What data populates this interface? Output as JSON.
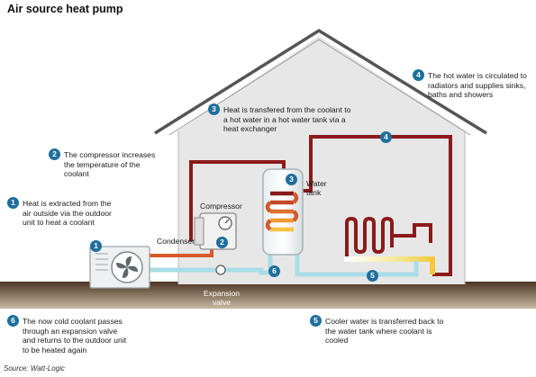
{
  "title": "Air source heat pump",
  "source": "Source: Watt-Logic",
  "labels": {
    "compressor": "Compressor",
    "condenser": "Condenser",
    "water_tank": "Water\ntank",
    "expansion_valve": "Expansion\nvalve"
  },
  "steps": [
    {
      "num": "1",
      "text": "Heat is extracted from the air outside via the outdoor unit to heat a coolant"
    },
    {
      "num": "2",
      "text": "The compressor increases the temperature of the coolant"
    },
    {
      "num": "3",
      "text": "Heat is transfered from the coolant to a hot water in a hot water tank via a heat exchanger"
    },
    {
      "num": "4",
      "text": "The hot water is circulated to radiators and supplies sinks, baths and showers"
    },
    {
      "num": "5",
      "text": "Cooler water is transferred back to the water tank where coolant is cooled"
    },
    {
      "num": "6",
      "text": "The now cold coolant passes through an expansion valve and returns to the outdoor unit to be heated again"
    }
  ],
  "colors": {
    "hot_pipe": "#8b1a1a",
    "cold_pipe": "#a9dde6",
    "warm_pipe": "#d85a2a",
    "badge": "#1f6f9c",
    "ground": "#3a2a1a",
    "house_wall": "#e6e6e6"
  }
}
